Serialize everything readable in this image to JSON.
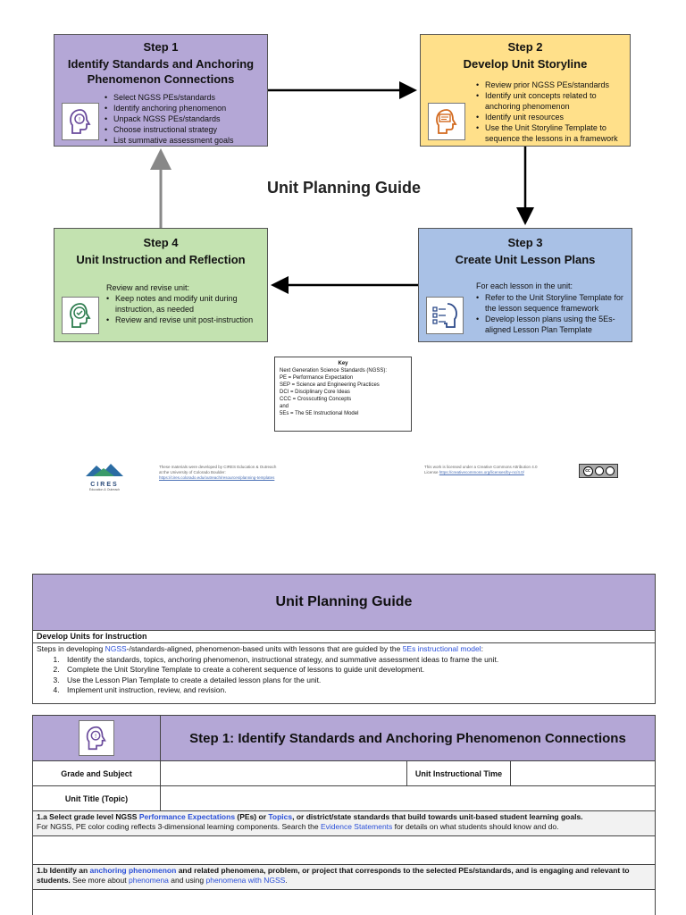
{
  "diagram": {
    "center_title": "Unit Planning Guide",
    "step1": {
      "num": "Step 1",
      "title": "Identify Standards and Anchoring Phenomenon Connections",
      "items": [
        "Select NGSS PEs/standards",
        "Identify anchoring phenomenon",
        "Unpack NGSS PEs/standards",
        "Choose instructional strategy",
        "List summative assessment goals"
      ],
      "icon": "head-question-icon"
    },
    "step2": {
      "num": "Step 2",
      "title": "Develop Unit Storyline",
      "items": [
        "Review prior NGSS PEs/standards",
        "Identify unit concepts related to anchoring phenomenon",
        "Identify unit resources",
        "Use the Unit Storyline Template to sequence the lessons in a framework"
      ],
      "icon": "head-chat-icon"
    },
    "step3": {
      "num": "Step 3",
      "title": "Create Unit Lesson Plans",
      "intro": "For each lesson in the unit:",
      "items": [
        "Refer to the Unit Storyline Template for the lesson sequence framework",
        "Develop lesson plans using the 5Es-aligned Lesson Plan Template"
      ],
      "icon": "head-list-icon"
    },
    "step4": {
      "num": "Step 4",
      "title": "Unit Instruction and Reflection",
      "intro": "Review and revise unit:",
      "items": [
        "Keep notes and modify unit during instruction, as needed",
        "Review and revise unit post-instruction"
      ],
      "icon": "head-check-icon"
    },
    "key": {
      "title": "Key",
      "lines": [
        "Next Generation Science Standards (NGSS):",
        "PE = Performance Expectation",
        "SEP = Science and Engineering Practices",
        "DCI = Disciplinary Core Ideas",
        "CCC = Crosscutting Concepts",
        "and",
        "5Es = The 5E Instructional Model"
      ]
    },
    "footer": {
      "logo_text": "CIRES",
      "logo_sub": "Education & Outreach",
      "credit_line1": "These materials were developed by CIRES Education & Outreach",
      "credit_line2": "at the University of Colorado Boulder:",
      "credit_link": "https://cires.colorado.edu/outreach/resources/planning-templates",
      "license_line1": "This work is licensed under a Creative Commons Attribution 4.0",
      "license_line2": "License",
      "license_link": "https://creativecommons.org/licenses/by-nc/4.0/",
      "cc_badge": "cc-by-nc-badge"
    }
  },
  "guide": {
    "title": "Unit Planning Guide",
    "develop_heading": "Develop Units for Instruction",
    "develop_intro_pre": "Steps in developing ",
    "develop_intro_link1": "NGSS",
    "develop_intro_mid": "-/standards-aligned, phenomenon-based units with lessons that are guided by the ",
    "develop_intro_link2": "5Es instructional model",
    "develop_intro_post": ":",
    "develop_steps": [
      "Identify the standards, topics, anchoring phenomenon, instructional strategy, and summative assessment ideas to frame the unit.",
      "Complete the Unit Storyline Template to create a coherent sequence of lessons to guide unit development.",
      "Use the Lesson Plan Template to create a detailed lesson plans for the unit.",
      "Implement unit instruction, review, and revision."
    ],
    "step1_heading": "Step 1: Identify Standards and Anchoring Phenomenon Connections",
    "grade_label": "Grade and Subject",
    "time_label": "Unit Instructional Time",
    "title_label": "Unit Title (Topic)",
    "q1a_pre": "1.a Select grade level NGSS ",
    "q1a_link1": "Performance Expectations",
    "q1a_mid1": " (PEs) or ",
    "q1a_link2": "Topics",
    "q1a_post": ", or district/state standards that build towards unit-based student learning goals.",
    "q1a_note_pre": "For NGSS, PE color coding reflects 3-dimensional learning components. Search the ",
    "q1a_note_link": "Evidence Statements",
    "q1a_note_post": " for details on what students should know and do.",
    "q1b_pre": "1.b Identify an ",
    "q1b_link": "anchoring phenomenon",
    "q1b_post": " and related phenomena, problem, or project that corresponds to the selected PEs/standards, and is engaging and relevant to students.",
    "q1b_note_pre": " See more about ",
    "q1b_note_link1": "phenomena",
    "q1b_note_mid": " and using ",
    "q1b_note_link2": "phenomena with NGSS",
    "q1b_note_post": "."
  },
  "colors": {
    "step1": "#b4a7d6",
    "step2": "#ffe08a",
    "step3": "#a9c1e6",
    "step4": "#c3e2b0",
    "link": "#2a4fd8"
  }
}
